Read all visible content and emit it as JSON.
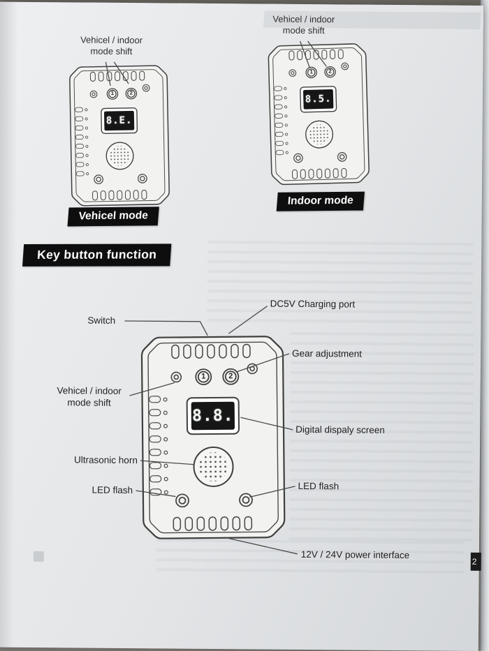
{
  "page": {
    "number": "2"
  },
  "overview": {
    "left_device": {
      "annotation": "Vehicel  / indoor\nmode shift",
      "banner": "Vehicel mode",
      "display": "8.E.",
      "btn1": "1",
      "btn2": "2"
    },
    "right_device": {
      "annotation": "Vehicel  / indoor\nmode shift",
      "banner": "Indoor mode",
      "display": "8.5.",
      "btn1": "1",
      "btn2": "2"
    }
  },
  "section": {
    "title": "Key button function"
  },
  "key_diagram": {
    "display": "8.8.",
    "btn1": "1",
    "btn2": "2",
    "labels": {
      "switch": "Switch",
      "dc5v": "DC5V Charging port",
      "gear": "Gear adjustment",
      "mode_shift": "Vehicel  / indoor\nmode shift",
      "digital": "Digital dispaly screen",
      "ultrasonic": "Ultrasonic horn",
      "led_left": "LED flash",
      "led_right": "LED flash",
      "power": "12V / 24V power interface"
    }
  }
}
